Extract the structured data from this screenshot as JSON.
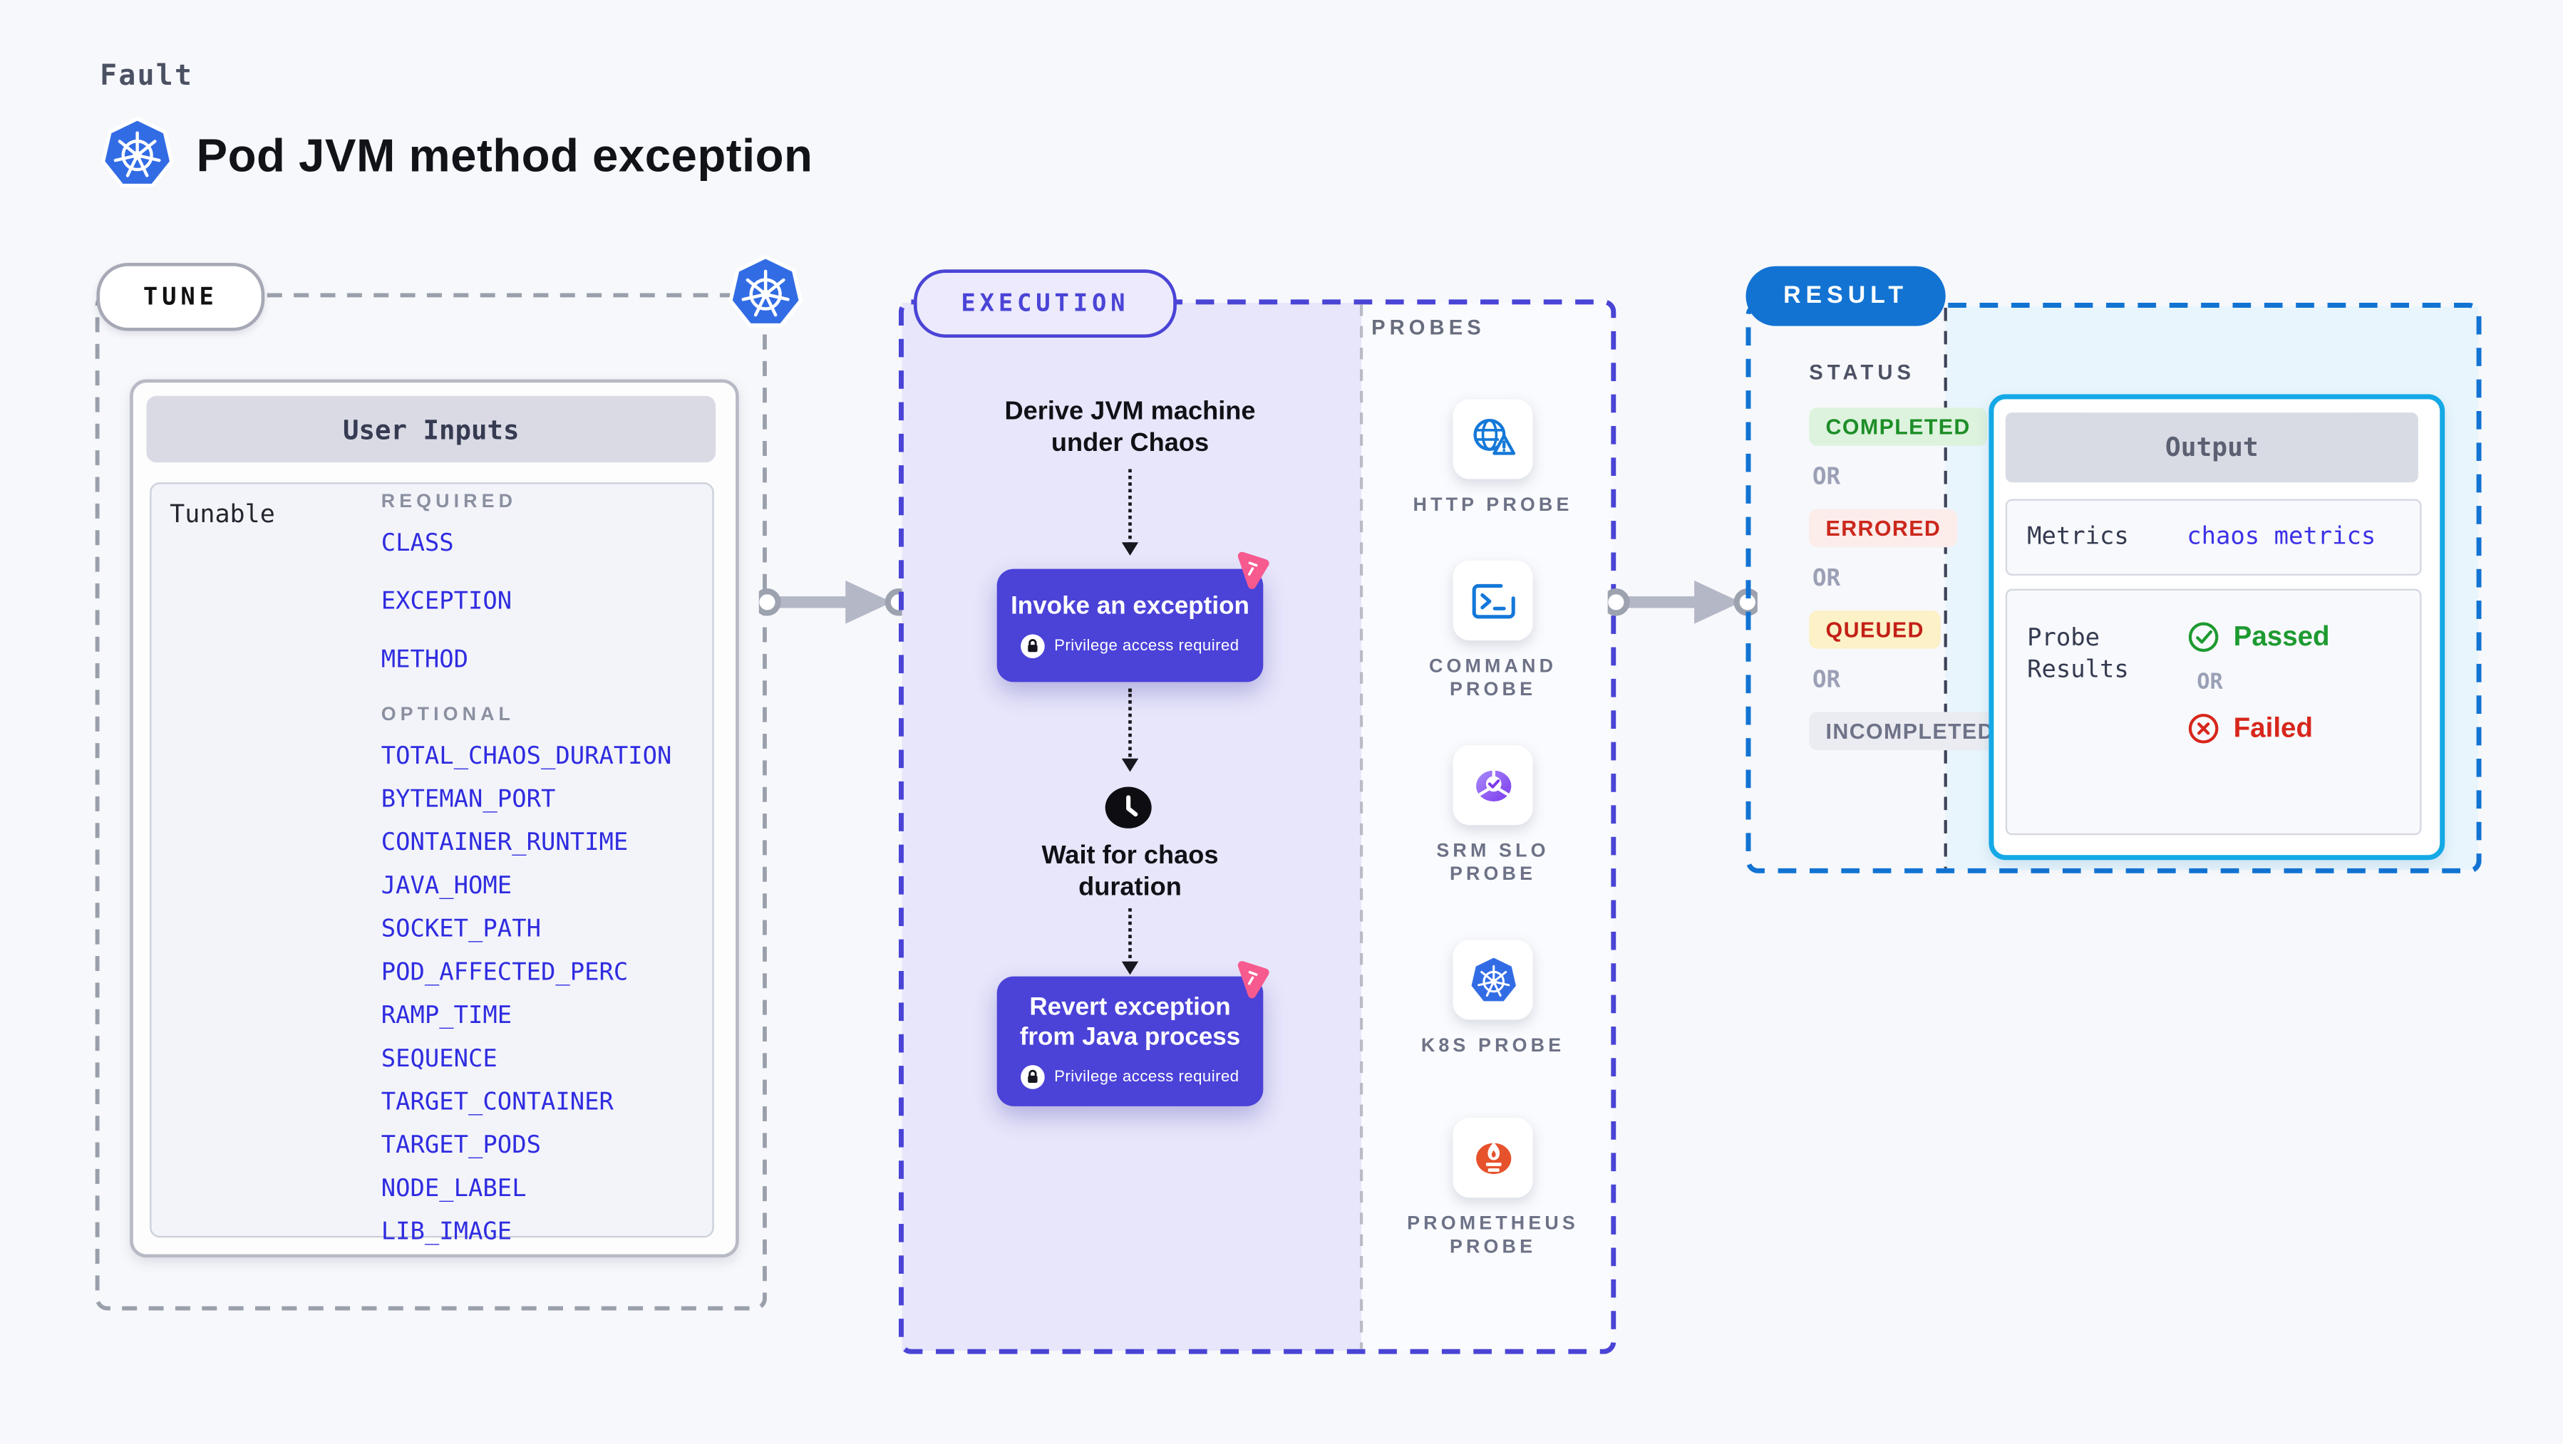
{
  "header": {
    "kicker": "Fault",
    "title": "Pod JVM method exception"
  },
  "tune": {
    "badge": "TUNE",
    "panel_title": "User Inputs",
    "row_label": "Tunable",
    "groups": [
      {
        "label": "REQUIRED",
        "items": [
          "CLASS",
          "EXCEPTION",
          "METHOD"
        ]
      },
      {
        "label": "OPTIONAL",
        "items": [
          "TOTAL_CHAOS_DURATION",
          "BYTEMAN_PORT",
          "CONTAINER_RUNTIME",
          "JAVA_HOME",
          "SOCKET_PATH",
          "POD_AFFECTED_PERC",
          "RAMP_TIME",
          "SEQUENCE",
          "TARGET_CONTAINER",
          "TARGET_PODS",
          "NODE_LABEL",
          "LIB_IMAGE"
        ]
      }
    ]
  },
  "execution": {
    "badge": "EXECUTION",
    "steps": {
      "derive": "Derive JVM machine under Chaos",
      "invoke": "Invoke an exception",
      "wait": "Wait for chaos duration",
      "revert": "Revert exception from Java process",
      "privilege": "Privilege access required"
    }
  },
  "probes": {
    "label": "PROBES",
    "items": [
      {
        "name": "HTTP PROBE",
        "icon": "http-probe-icon"
      },
      {
        "name": "COMMAND PROBE",
        "icon": "command-probe-icon"
      },
      {
        "name": "SRM SLO PROBE",
        "icon": "srm-slo-probe-icon"
      },
      {
        "name": "K8S PROBE",
        "icon": "kubernetes-icon"
      },
      {
        "name": "PROMETHEUS PROBE",
        "icon": "prometheus-probe-icon"
      }
    ]
  },
  "result": {
    "badge": "RESULT",
    "status_label": "STATUS",
    "or_label": "OR",
    "statuses": [
      {
        "label": "COMPLETED",
        "fg": "#1d8e27",
        "bg": "#ddf3de"
      },
      {
        "label": "ERRORED",
        "fg": "#cb271c",
        "bg": "#fcecea"
      },
      {
        "label": "QUEUED",
        "fg": "#c32017",
        "bg": "#fcf1c7"
      },
      {
        "label": "INCOMPLETED",
        "fg": "#6f7388",
        "bg": "#ebecf2"
      }
    ],
    "output": {
      "title": "Output",
      "metrics_label": "Metrics",
      "metrics_value": "chaos metrics",
      "probe_results_label": "Probe Results",
      "passed": "Passed",
      "or_label": "OR",
      "failed": "Failed"
    }
  },
  "colors": {
    "page_bg": "#f7f8fb",
    "indigo_accent": "#4a44d6",
    "step_box": "#4b42d8",
    "lavender_fill": "#e7e6fb",
    "result_blue": "#1273d3",
    "result_fill": "#e9f5fc",
    "output_border": "#14a9e6",
    "kubernetes_blue": "#326ce5",
    "probe_icon_blue": "#1478d8",
    "prometheus_orange": "#e6522c",
    "slo_purple": "#7c3aed",
    "chaos_pink": "#f75a8e",
    "passed_green": "#1d9a30",
    "failed_red": "#d7261c",
    "link_blue": "#2f2ce0"
  }
}
